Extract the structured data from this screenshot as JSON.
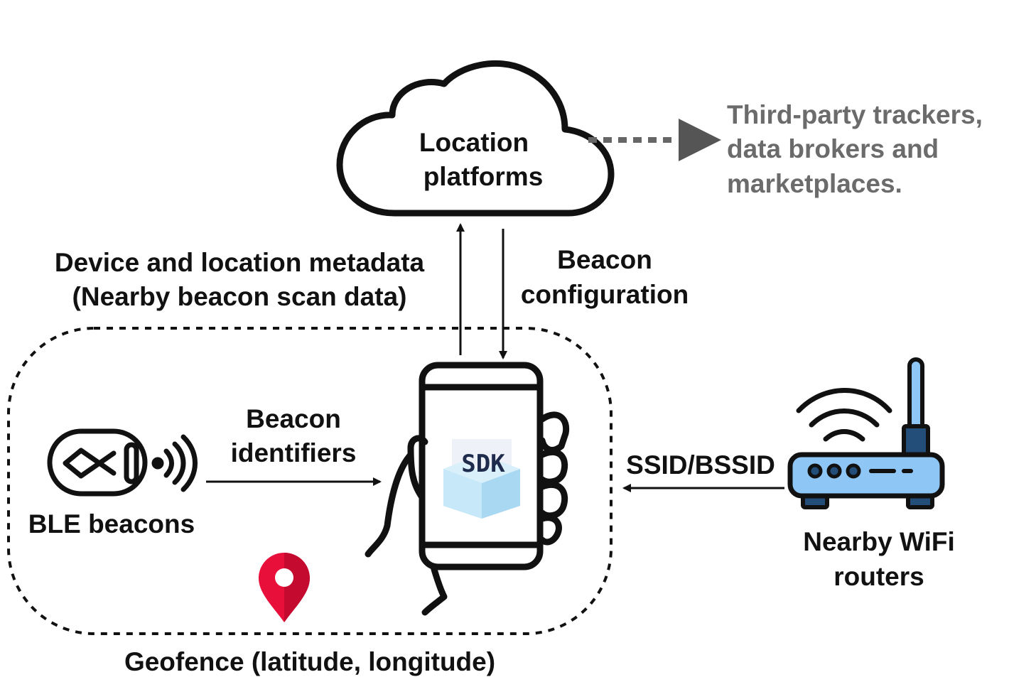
{
  "cloud": {
    "line1": "Location",
    "line2": "platforms"
  },
  "third_party": {
    "line1": "Third-party trackers,",
    "line2": "data brokers and",
    "line3": "marketplaces."
  },
  "upload_label": {
    "line1": "Device and location metadata",
    "line2": "(Nearby beacon scan data)"
  },
  "config_label": {
    "line1": "Beacon",
    "line2": "configuration"
  },
  "beacon_id_label": {
    "line1": "Beacon",
    "line2": "identifiers"
  },
  "ble_label": "BLE beacons",
  "ssid_label": "SSID/BSSID",
  "wifi_label": {
    "line1": "Nearby WiFi",
    "line2": "routers"
  },
  "sdk_label": "SDK",
  "geofence_label": "Geofence (latitude,  longitude)",
  "icons": {
    "cloud": "cloud-icon",
    "phone": "phone-in-hand-icon",
    "sdk": "sdk-box-icon",
    "beacon": "bluetooth-beacon-icon",
    "router": "wifi-router-icon",
    "pin": "map-pin-icon"
  },
  "colors": {
    "text": "#111111",
    "third_party_text": "#6b6b6b",
    "pin": "#e8103a",
    "router_body": "#8ec7f5",
    "sdk_box": "#bde3f7"
  }
}
